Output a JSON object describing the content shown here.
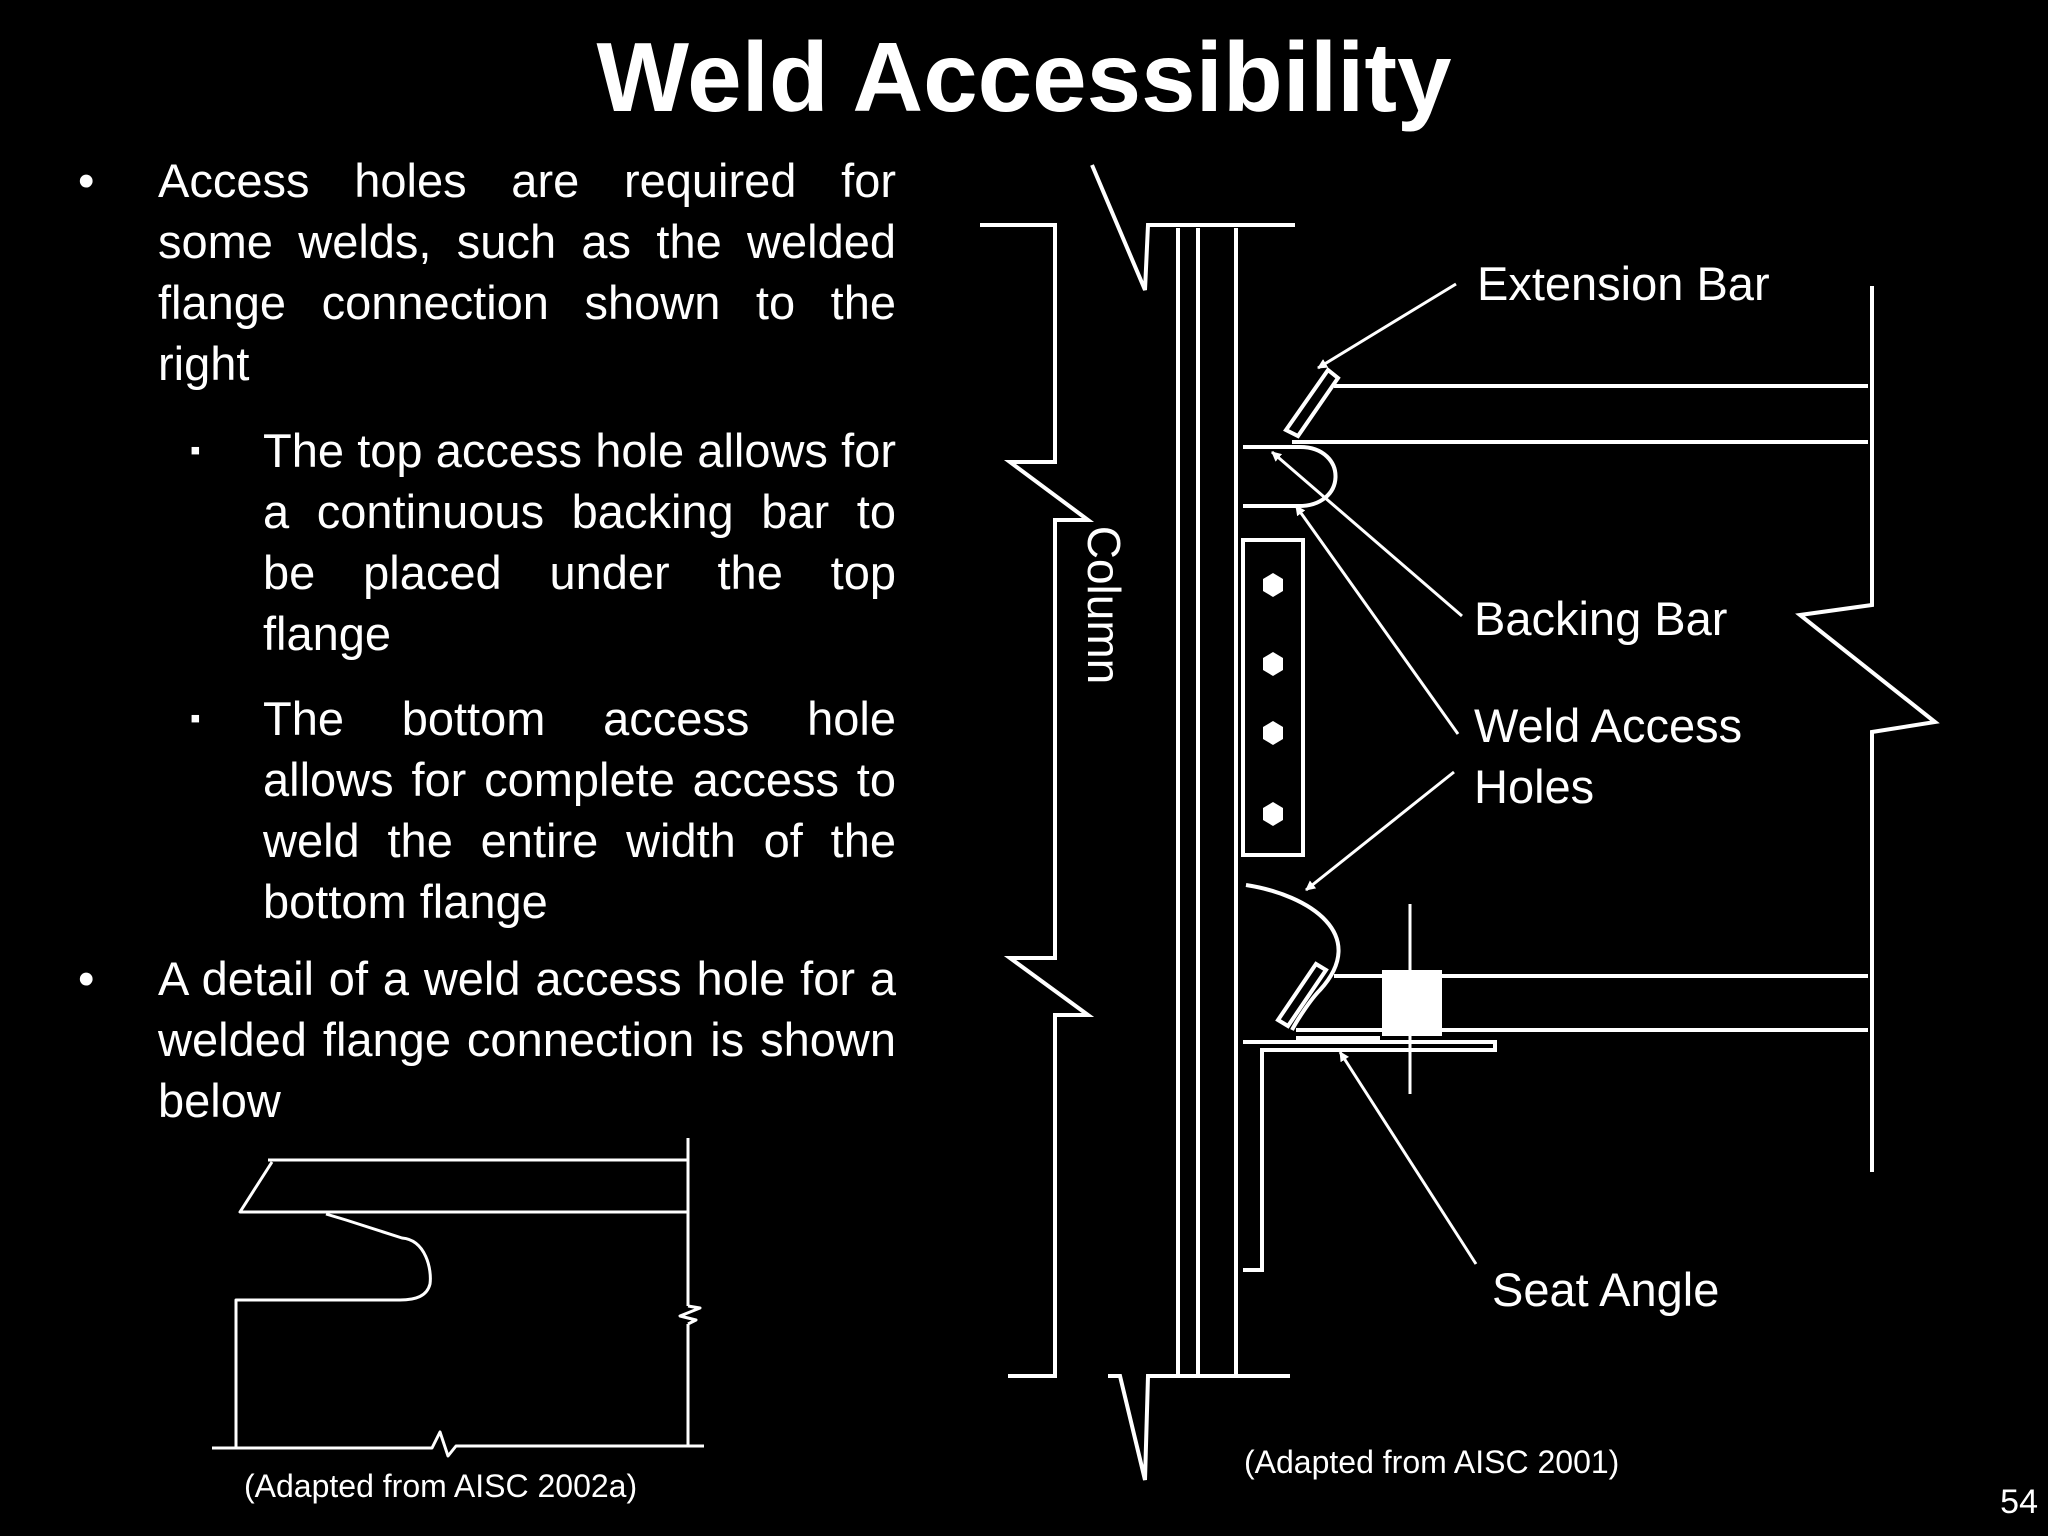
{
  "slide": {
    "title": "Weld Accessibility",
    "page_number": "54"
  },
  "bullets": [
    {
      "marker": "•",
      "text": "Access holes are required for some welds, such as the welded flange connection shown to the right",
      "sub_bullets": [
        {
          "marker": "▪",
          "text": "The top access hole allows for a continuous backing bar to be placed under the top flange"
        },
        {
          "marker": "▪",
          "text": "The bottom access hole allows for complete access to weld the entire width of the bottom flange"
        }
      ]
    },
    {
      "marker": "•",
      "text": "A detail of a weld access hole for a welded flange connection is shown below"
    }
  ],
  "connection_diagram": {
    "column_label": "Column",
    "extension_bar_label": "Extension Bar",
    "backing_bar_label": "Backing Bar",
    "weld_access_holes_label": [
      "Weld Access",
      "Holes"
    ],
    "seat_angle_label": "Seat Angle",
    "credit": "(Adapted from AISC 2001)"
  },
  "detail_diagram": {
    "credit": "(Adapted from AISC 2002a)"
  }
}
